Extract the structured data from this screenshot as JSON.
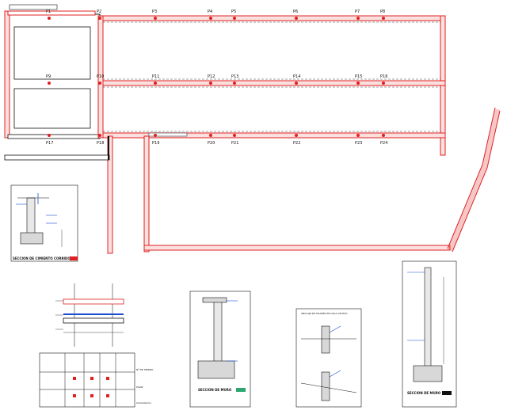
{
  "columns_top": [
    "P1",
    "P2",
    "P3",
    "P4",
    "P5",
    "P6",
    "P7",
    "P8"
  ],
  "columns_mid": [
    "P9",
    "P10",
    "P11",
    "P12",
    "P13",
    "P14",
    "P15",
    "P16"
  ],
  "columns_bot": [
    "P17",
    "P18",
    "P19",
    "P20",
    "P21",
    "P22",
    "P23",
    "P24"
  ],
  "labels": {
    "section_contention": "SECCION DE CIMIENTO CORRIDO",
    "section_wall": "SECCION DE MURO",
    "section_wall2": "SECCION DE MURO",
    "detail_column": "ANCLAJE DE PILARES EN LOSA DE PISO",
    "legend_steel": "Nº DE HIERRO",
    "legend_column": "PILAR",
    "legend_foundation": "Cimentación"
  },
  "colors": {
    "wall_red": "#e02020",
    "line_black": "#111111",
    "hatch": "#d0d0d0"
  }
}
